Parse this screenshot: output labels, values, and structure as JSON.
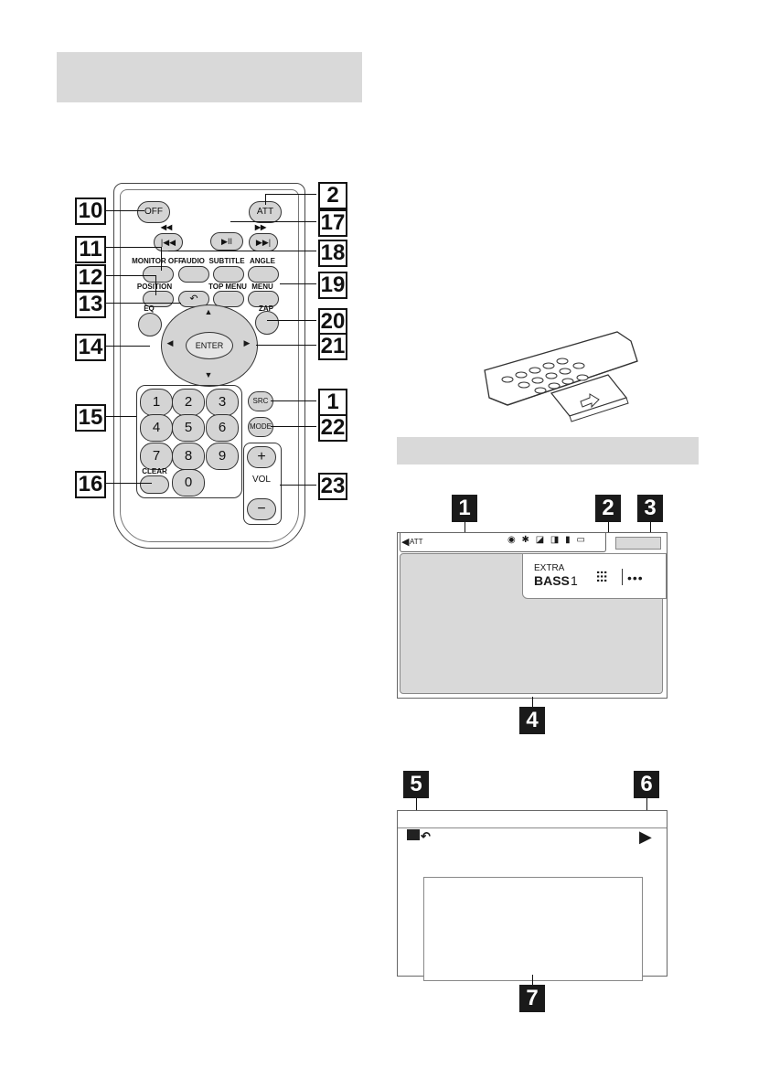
{
  "callouts_remote": {
    "c10": "10",
    "c11": "11",
    "c12": "12",
    "c13": "13",
    "c14": "14",
    "c15": "15",
    "c16": "16",
    "c2": "2",
    "c17": "17",
    "c18": "18",
    "c19": "19",
    "c20": "20",
    "c21": "21",
    "c1": "1",
    "c22": "22",
    "c23": "23"
  },
  "remote": {
    "off": "OFF",
    "att": "ATT",
    "prev_symbol": "◀◀",
    "next_symbol": "▶▶",
    "prev_btn": "|◀◀",
    "play_btn": "▶II",
    "next_btn": "▶▶|",
    "monitor_off": "MONITOR OFF",
    "audio": "AUDIO",
    "subtitle": "SUBTITLE",
    "angle": "ANGLE",
    "position": "POSITION",
    "top_menu": "TOP MENU",
    "menu": "MENU",
    "back": "↶",
    "eq": "EQ",
    "zap": "ZAP",
    "enter": "ENTER",
    "src": "SRC",
    "mode": "MODE",
    "clear": "CLEAR",
    "vol": "VOL",
    "plus": "+",
    "minus": "−",
    "digits": [
      "1",
      "2",
      "3",
      "4",
      "5",
      "6",
      "7",
      "8",
      "9",
      "0"
    ]
  },
  "display": {
    "callouts_top": {
      "c1": "1",
      "c2": "2",
      "c3": "3",
      "c4": "4"
    },
    "att": "ATT",
    "extra": "EXTRA",
    "bass": "BASS",
    "bass_level": "1",
    "more": "•••",
    "callouts_bottom": {
      "c5": "5",
      "c6": "6",
      "c7": "7"
    }
  }
}
